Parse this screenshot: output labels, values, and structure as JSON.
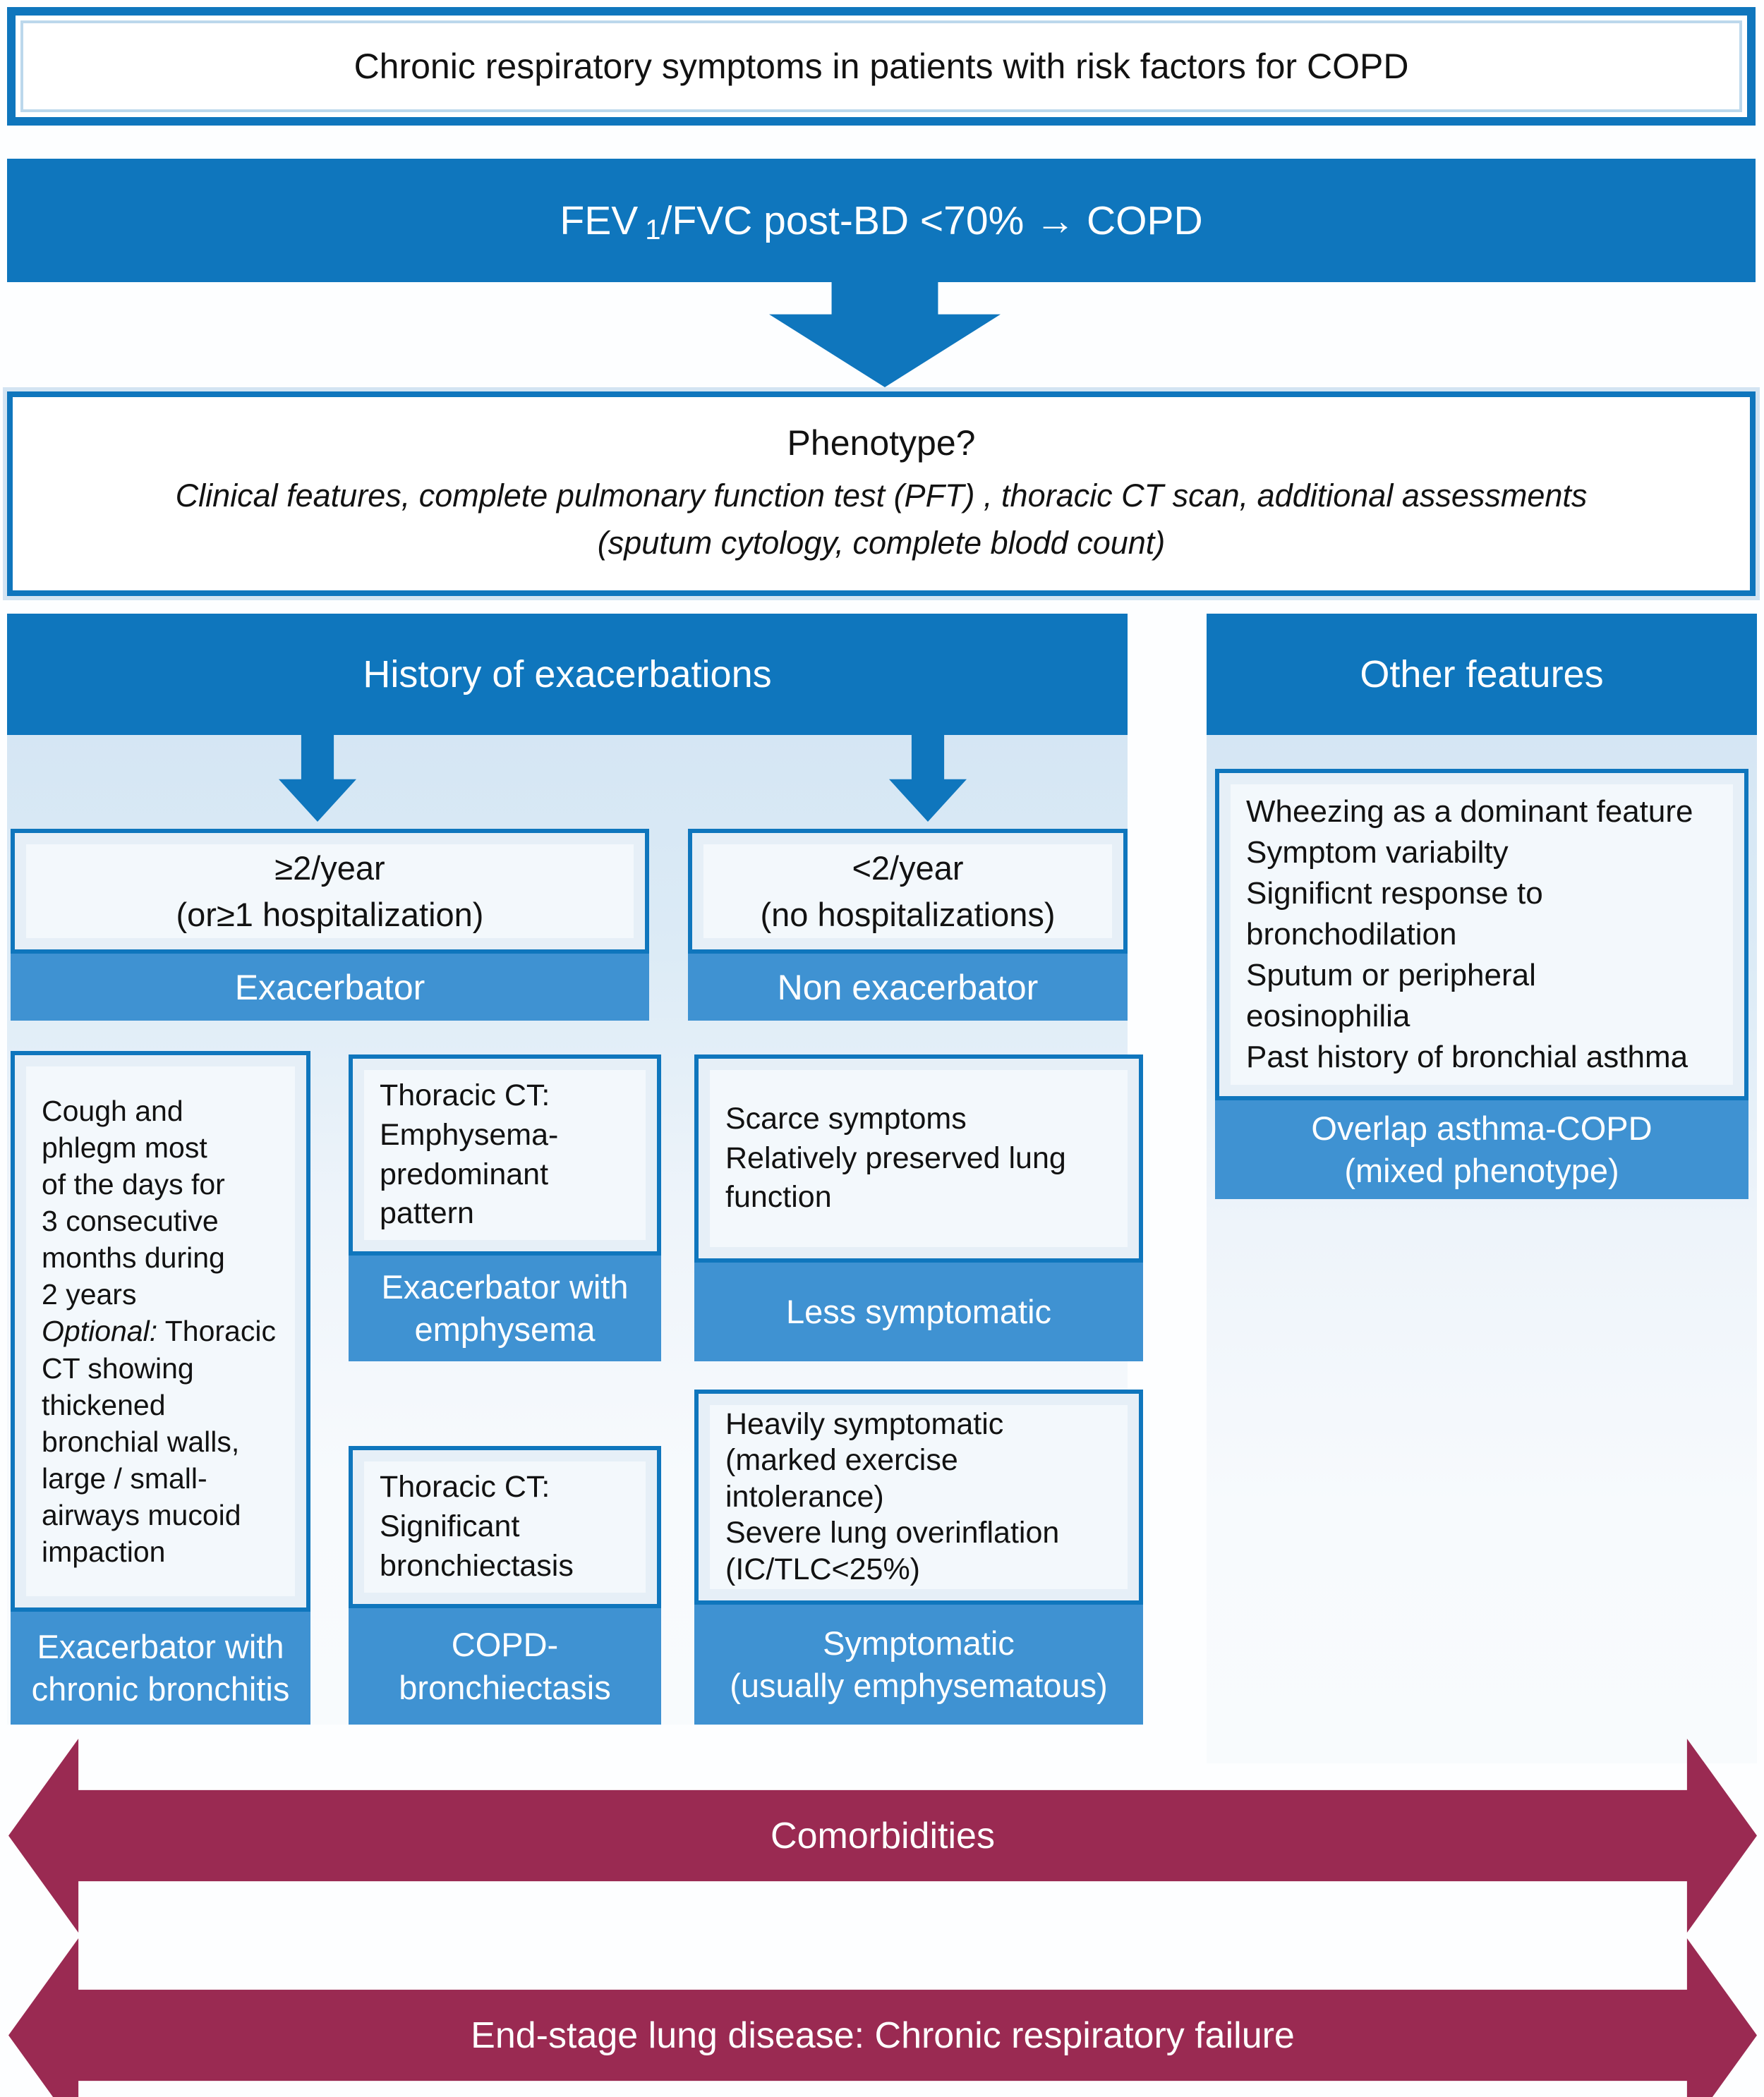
{
  "colors": {
    "blue": "#0F76BD",
    "blue-mid": "#3F92D2",
    "panel-blue": "#D7E7F4",
    "box-fill": "#E6EFF7",
    "box-inner": "#F3F8FC",
    "maroon": "#9A2A52"
  },
  "top_box": {
    "text": "Chronic respiratory symptoms in patients with risk factors for COPD"
  },
  "fev_bar": {
    "prefix": "FEV",
    "subscript": "1",
    "rest": "/FVC post-BD <70% → COPD"
  },
  "phenotype_box": {
    "title": "Phenotype?",
    "subtitle_line1": "Clinical features, complete pulmonary function test (PFT) , thoracic CT scan, additional assessments",
    "subtitle_line2": "(sputum cytology, complete blodd count)"
  },
  "history_section": {
    "header": "History of exacerbations",
    "exacerbator": {
      "criteria": "≥2/year\n(or≥1 hospitalization)",
      "label": "Exacerbator"
    },
    "non_exacerbator": {
      "criteria": "<2/year\n(no hospitalizations)",
      "label": "Non exacerbator"
    }
  },
  "phenotype_cards": {
    "chronic_bronchitis": {
      "description_pre": "Cough and\nphlegm most\nof the days for\n3 consecutive\nmonths during\n2 years\n",
      "description_italic": "Optional:",
      "description_post": " Thoracic\nCT showing\nthickened\nbronchial walls,\nlarge / small-\nairways mucoid\nimpaction",
      "label": "Exacerbator with\nchronic bronchitis"
    },
    "emphysema": {
      "description": "Thoracic CT:\nEmphysema-\npredominant\npattern",
      "label": "Exacerbator with\nemphysema"
    },
    "bronchiectasis": {
      "description": "Thoracic CT:\nSignificant\nbronchiectasis",
      "label": "COPD-\nbronchiectasis"
    },
    "less_symptomatic": {
      "description": "Scarce symptoms\nRelatively preserved lung\nfunction",
      "label": "Less symptomatic"
    },
    "symptomatic": {
      "description": "Heavily symptomatic\n(marked exercise\nintolerance)\nSevere lung overinflation\n(IC/TLC<25%)",
      "label": "Symptomatic\n(usually emphysematous)"
    }
  },
  "other_features_section": {
    "header": "Other features",
    "features": "Wheezing as a dominant feature\nSymptom variabilty\nSignificnt response to\nbronchodilation\nSputum or peripheral\neosinophilia\nPast history of bronchial asthma",
    "label": "Overlap asthma-COPD\n(mixed phenotype)"
  },
  "bottom_arrows": {
    "comorbidities": "Comorbidities",
    "end_stage": "End-stage lung disease: Chronic respiratory failure"
  }
}
